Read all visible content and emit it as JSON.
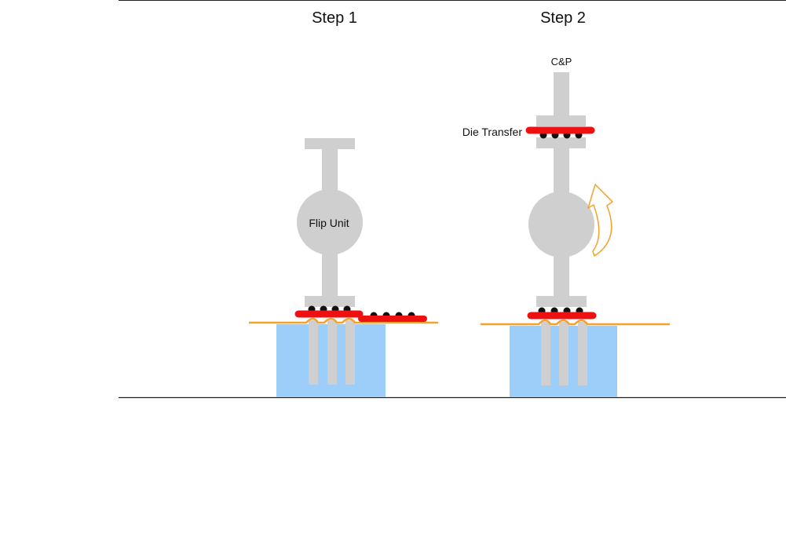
{
  "steps": [
    {
      "title": "Step 1",
      "flip_label": "Flip Unit"
    },
    {
      "title": "Step 2",
      "cp_label": "C&P",
      "die_label": "Die Transfer"
    }
  ],
  "colors": {
    "machine": "#cfcfcf",
    "die": "#ee1111",
    "bump": "#111111",
    "tape": "#f5a12a",
    "chuck": "#9dcdf9",
    "arrow": "#f5a12a",
    "line": "#222222"
  }
}
